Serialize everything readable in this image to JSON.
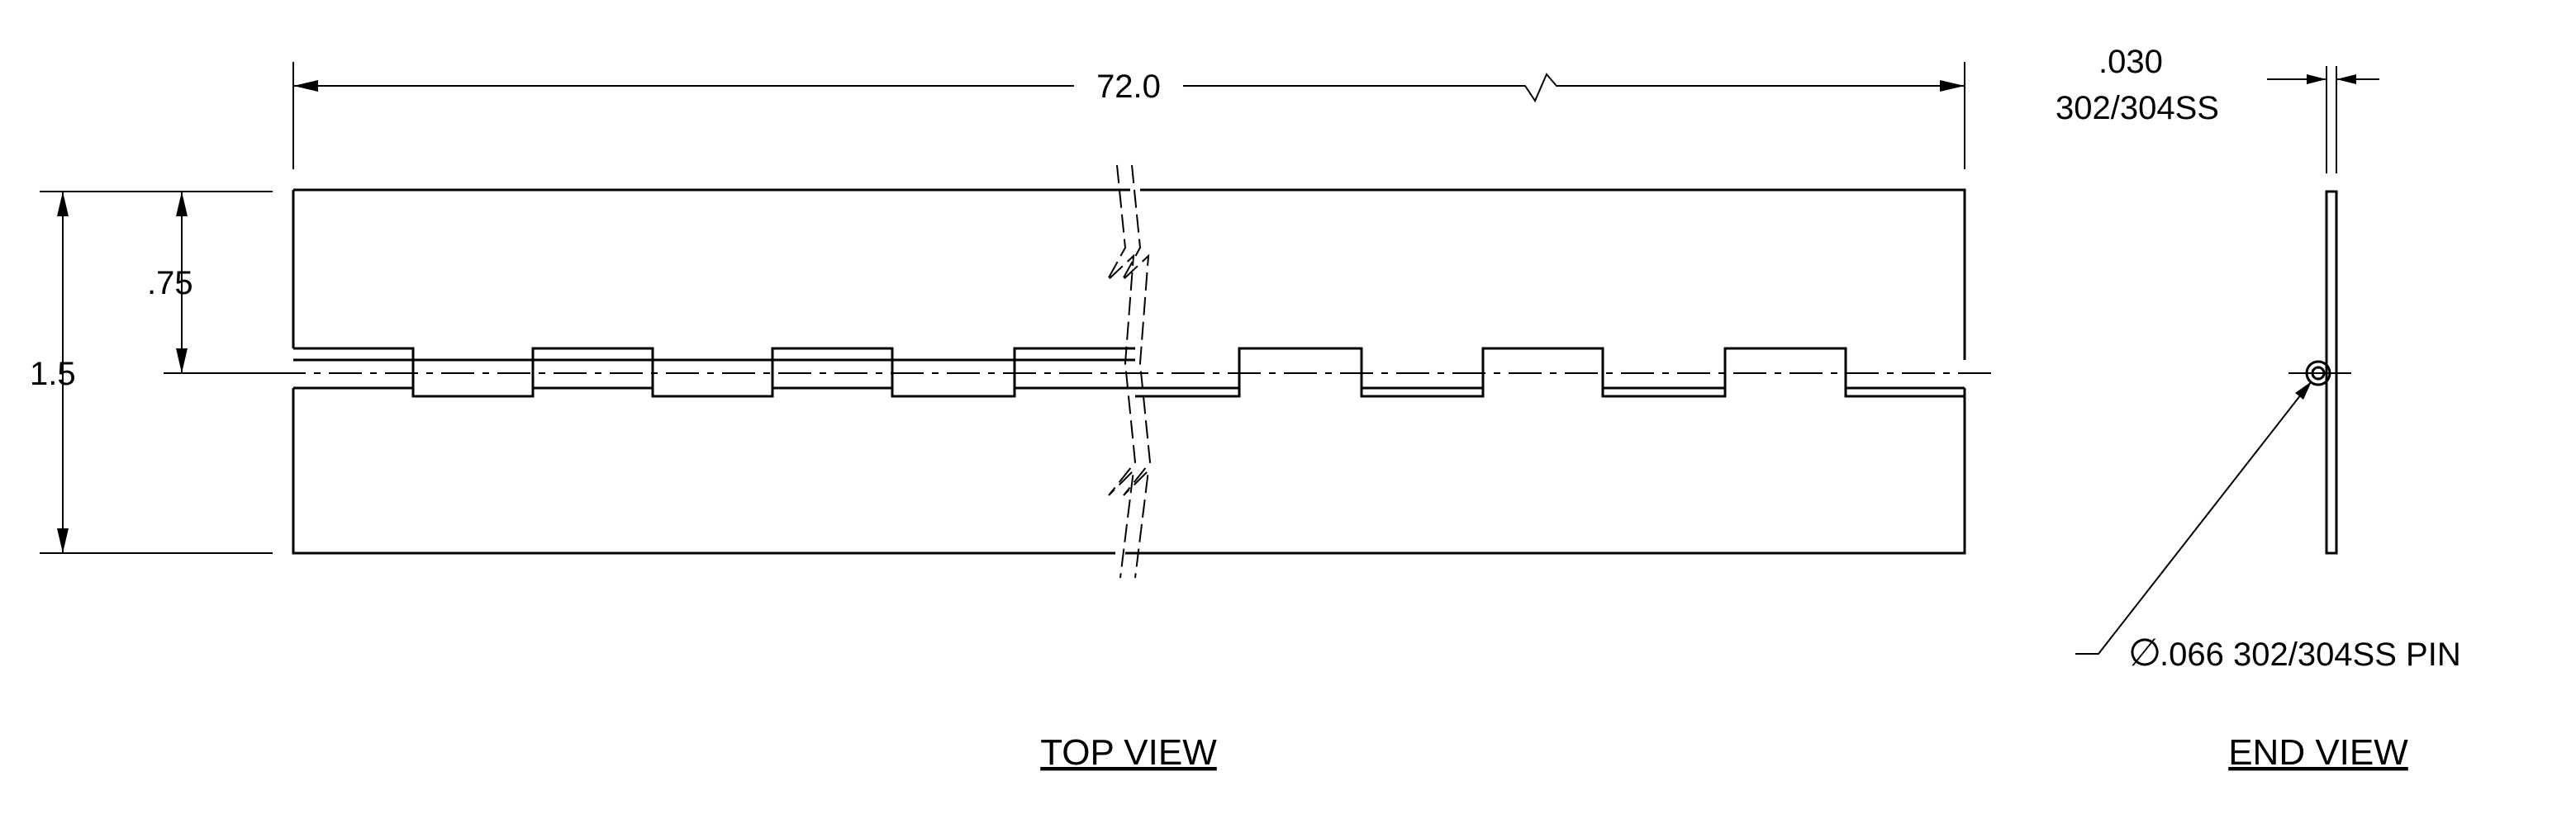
{
  "dimensions": {
    "length": "72.0",
    "height_total": "1.5",
    "height_half": ".75",
    "thickness": ".030",
    "thickness_material": "302/304SS",
    "pin_symbol": "∅",
    "pin_callout": ".066 302/304SS PIN"
  },
  "views": {
    "top": "TOP VIEW",
    "end": "END VIEW"
  }
}
